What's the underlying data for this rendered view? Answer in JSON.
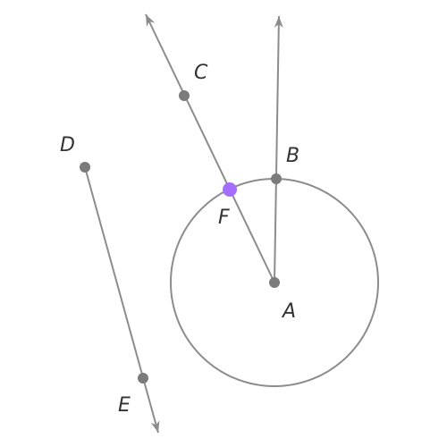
{
  "colors": {
    "stroke": "#8c8c8c",
    "point": "#7b7b7b",
    "highlight": "#a56dff",
    "label": "#333333"
  },
  "points": {
    "A": {
      "label": "A",
      "highlighted": false
    },
    "B": {
      "label": "B",
      "highlighted": false
    },
    "C": {
      "label": "C",
      "highlighted": false
    },
    "D": {
      "label": "D",
      "highlighted": false
    },
    "E": {
      "label": "E",
      "highlighted": false
    },
    "F": {
      "label": "F",
      "highlighted": true
    }
  },
  "objects": {
    "circle": {
      "center": "A",
      "through": "B"
    },
    "ray_AB": {
      "start": "A",
      "through": "B",
      "arrow": "end"
    },
    "ray_AC": {
      "start": "A",
      "through": "C",
      "arrow": "end"
    },
    "ray_DE": {
      "start": "D",
      "through": "E",
      "arrow": "end"
    }
  }
}
